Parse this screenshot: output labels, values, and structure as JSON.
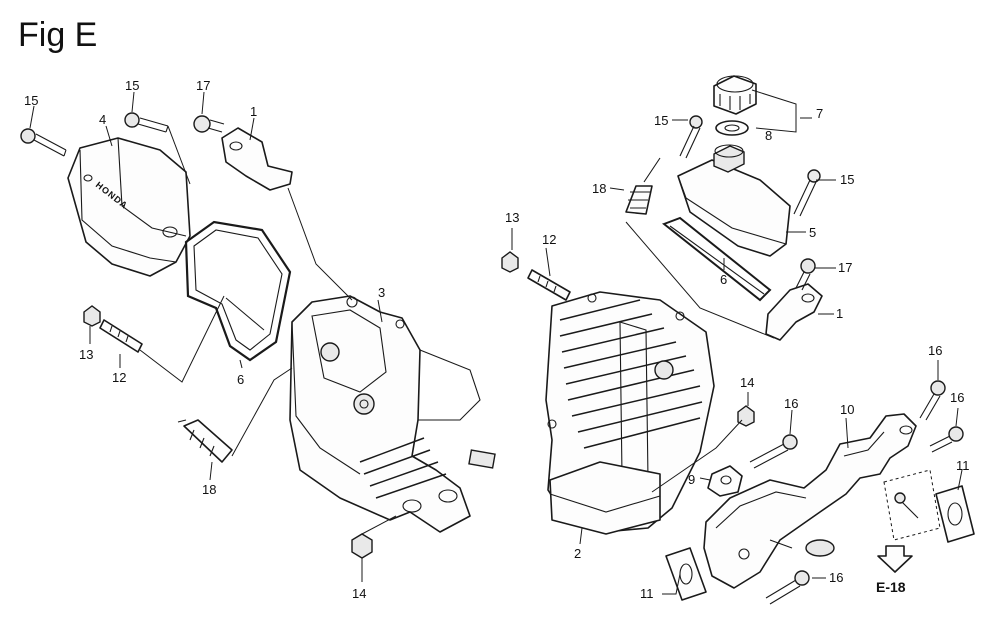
{
  "title": "Fig E",
  "cover_logo": "HONDA",
  "callouts": {
    "c1a": "1",
    "c1b": "1",
    "c2": "2",
    "c3": "3",
    "c4": "4",
    "c5": "5",
    "c6a": "6",
    "c6b": "6",
    "c7": "7",
    "c8": "8",
    "c9": "9",
    "c10": "10",
    "c11a": "11",
    "c11b": "11",
    "c12a": "12",
    "c12b": "12",
    "c13a": "13",
    "c13b": "13",
    "c14a": "14",
    "c14b": "14",
    "c15a": "15",
    "c15b": "15",
    "c15c": "15",
    "c15d": "15",
    "c16a": "16",
    "c16b": "16",
    "c16c": "16",
    "c16d": "16",
    "c17a": "17",
    "c17b": "17",
    "c18a": "18",
    "c18b": "18"
  },
  "reference": "E-18"
}
